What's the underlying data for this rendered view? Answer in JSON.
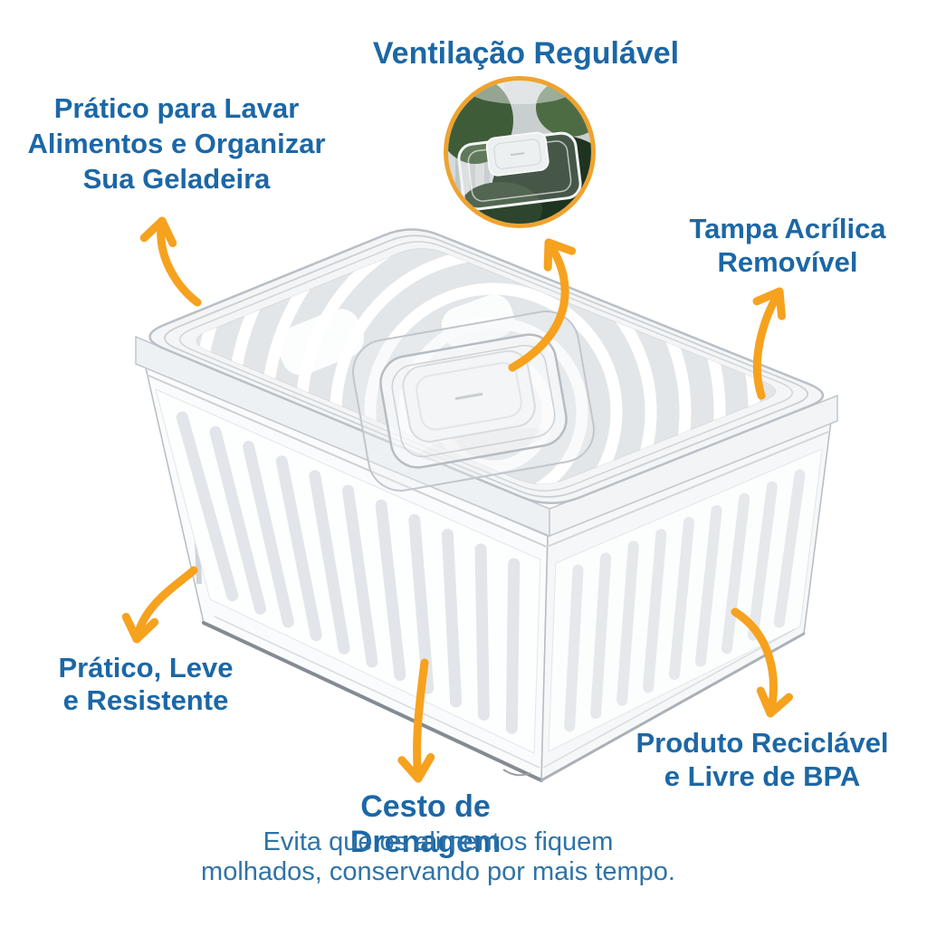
{
  "colors": {
    "heading_blue": "#1c67a6",
    "subtitle_blue": "#2f73a6",
    "arrow_orange": "#F6A21E",
    "inset_border_orange": "#EFA32F"
  },
  "labels": {
    "ventilation": {
      "title": "Ventilação Regulável"
    },
    "wash": {
      "line1": "Prático para Lavar",
      "line2": "Alimentos e Organizar",
      "line3": "Sua Geladeira"
    },
    "lid": {
      "line1": "Tampa Acrílica",
      "line2": "Removível"
    },
    "light": {
      "line1": "Prático, Leve",
      "line2": "e Resistente"
    },
    "recyclable": {
      "line1": "Produto Reciclável",
      "line2": "e Livre de BPA"
    },
    "drain": {
      "title": "Cesto de Drenagem",
      "desc_line1": "Evita que os alimentos fiquem",
      "desc_line2": "molhados, conservando por mais tempo."
    }
  },
  "inset": {
    "depicts": "vent-closeup-photo"
  },
  "product": {
    "depicts": "clear-food-container-with-white-drain-basket-and-acrylic-lid"
  }
}
